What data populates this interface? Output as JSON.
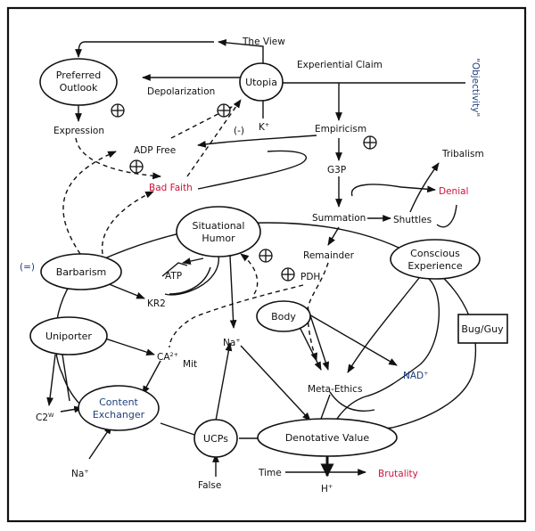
{
  "labels": {
    "the_view": "The View",
    "preferred_outlook_1": "Preferred",
    "preferred_outlook_2": "Outlook",
    "utopia": "Utopia",
    "experiential_claim": "Experiential Claim",
    "objectivity": "\"Objectivity\"",
    "depolarization": "Depolarization",
    "k_plus": "K",
    "k_plus_sup": "+",
    "expression": "Expression",
    "minus_marker": "(-)",
    "adp_free": "ADP Free",
    "empiricism": "Empiricism",
    "tribalism": "Tribalism",
    "bad_faith": "Bad Faith",
    "g3p": "G3P",
    "denial": "Denial",
    "summation": "Summation",
    "shuttles": "Shuttles",
    "situational_humor_1": "Situational",
    "situational_humor_2": "Humor",
    "remainder": "Remainder",
    "conscious_experience_1": "Conscious",
    "conscious_experience_2": "Experience",
    "equals_marker": "(=)",
    "barbarism": "Barbarism",
    "atp": "ATP",
    "pdh": "PDH",
    "kr2": "KR2",
    "body": "Body",
    "bug_guy": "Bug/Guy",
    "uniporter": "Uniporter",
    "ca2": "CA",
    "ca2_sup": "2+",
    "mit": "Mit",
    "na_mid": "Na",
    "na_mid_sup": "+",
    "meta_ethics": "Meta-Ethics",
    "nad": "NAD",
    "nad_sup": "+",
    "c2w": "C2",
    "c2w_sup": "W",
    "content_exchanger_1": "Content",
    "content_exchanger_2": "Exchanger",
    "ucps": "UCPs",
    "denotative_value": "Denotative Value",
    "na_bottom": "Na",
    "na_bottom_sup": "+",
    "time": "Time",
    "false": "False",
    "h_plus": "H",
    "h_plus_sup": "+",
    "brutality": "Brutality"
  },
  "colors": {
    "red_accent": "#d0123a",
    "blue_accent": "#1d3f7a",
    "line": "#111111"
  }
}
